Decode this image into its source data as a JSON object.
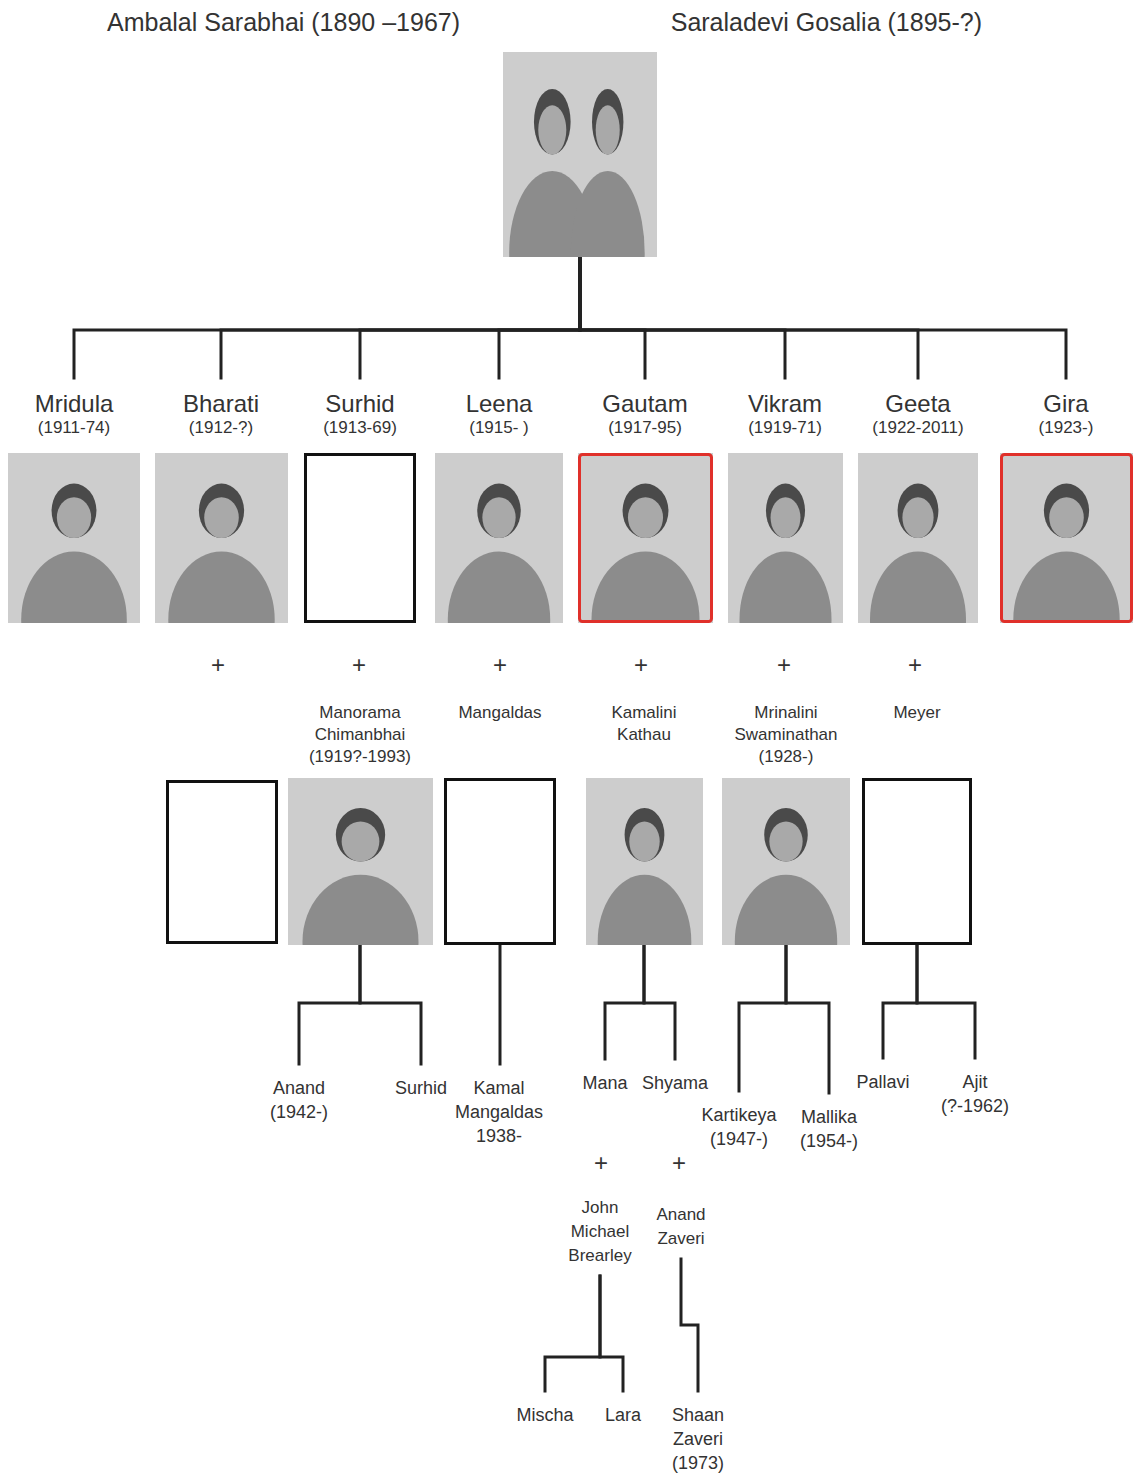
{
  "diagram": {
    "nodes": [
      {
        "text": [
          "Ambalal Sarabhai (1890 –1967)",
          "Saraladevi Gosalia (1895-?)"
        ]
      },
      {
        "text": [
          "Mridula",
          "(1911-74)"
        ]
      },
      {
        "text": [
          "Bharati",
          "(1912-?)"
        ]
      },
      {
        "text": [
          "Surhid",
          "(1913-69)"
        ]
      },
      {
        "text": [
          "Leena",
          "(1915- )"
        ]
      },
      {
        "text": [
          "Gautam",
          "(1917-95)"
        ]
      },
      {
        "text": [
          "Vikram",
          "(1919-71)"
        ]
      },
      {
        "text": [
          "Geeta",
          "(1922-2011)"
        ]
      },
      {
        "text": [
          "Gira",
          "(1923-)"
        ]
      },
      {
        "text": [
          "Manorama Chimanbhai",
          "(1919?-1993)"
        ]
      },
      {
        "text": [
          "Mangaldas"
        ]
      },
      {
        "text": [
          "Kamalini Kathau"
        ]
      },
      {
        "text": [
          "Mrinalini Swaminathan",
          "(1928-)"
        ]
      },
      {
        "text": [
          "Meyer"
        ]
      },
      {
        "text": [
          "Anand",
          "(1942-)"
        ]
      },
      {
        "text": [
          "Surhid"
        ]
      },
      {
        "text": [
          "Kamal Mangaldas",
          "1938-"
        ]
      },
      {
        "text": [
          "Mana"
        ]
      },
      {
        "text": [
          "Shyama"
        ]
      },
      {
        "text": [
          "Kartikeya",
          "(1947-)"
        ]
      },
      {
        "text": [
          "Mallika",
          "(1954-)"
        ]
      },
      {
        "text": [
          "Pallavi"
        ]
      },
      {
        "text": [
          "Ajit",
          "(?-1962)"
        ]
      },
      {
        "text": [
          "John Michael Brearley"
        ]
      },
      {
        "text": [
          "Anand Zaveri"
        ]
      },
      {
        "text": [
          "Mischa"
        ]
      },
      {
        "text": [
          "Lara"
        ]
      },
      {
        "text": [
          "Shaan Zaveri",
          "(1973)"
        ]
      }
    ],
    "edges": [
      {
        "from": 0,
        "to": 1,
        "arrow": "none"
      },
      {
        "from": 0,
        "to": 2,
        "arrow": "none"
      },
      {
        "from": 0,
        "to": 3,
        "arrow": "none"
      },
      {
        "from": 0,
        "to": 4,
        "arrow": "none"
      },
      {
        "from": 0,
        "to": 5,
        "arrow": "none"
      },
      {
        "from": 0,
        "to": 6,
        "arrow": "none"
      },
      {
        "from": 0,
        "to": 7,
        "arrow": "none"
      },
      {
        "from": 0,
        "to": 8,
        "arrow": "none"
      },
      {
        "from": 9,
        "to": 14,
        "arrow": "none"
      },
      {
        "from": 9,
        "to": 15,
        "arrow": "none"
      },
      {
        "from": 10,
        "to": 16,
        "arrow": "none"
      },
      {
        "from": 11,
        "to": 17,
        "arrow": "none"
      },
      {
        "from": 11,
        "to": 18,
        "arrow": "none"
      },
      {
        "from": 12,
        "to": 19,
        "arrow": "none"
      },
      {
        "from": 12,
        "to": 20,
        "arrow": "none"
      },
      {
        "from": 13,
        "to": 21,
        "arrow": "none"
      },
      {
        "from": 13,
        "to": 22,
        "arrow": "none"
      },
      {
        "from": 23,
        "to": 25,
        "arrow": "none"
      },
      {
        "from": 23,
        "to": 26,
        "arrow": "none"
      },
      {
        "from": 24,
        "to": 27,
        "arrow": "none"
      }
    ],
    "labels": [
      "+",
      "+",
      "+",
      "+",
      "+",
      "+",
      "+",
      "+"
    ]
  }
}
